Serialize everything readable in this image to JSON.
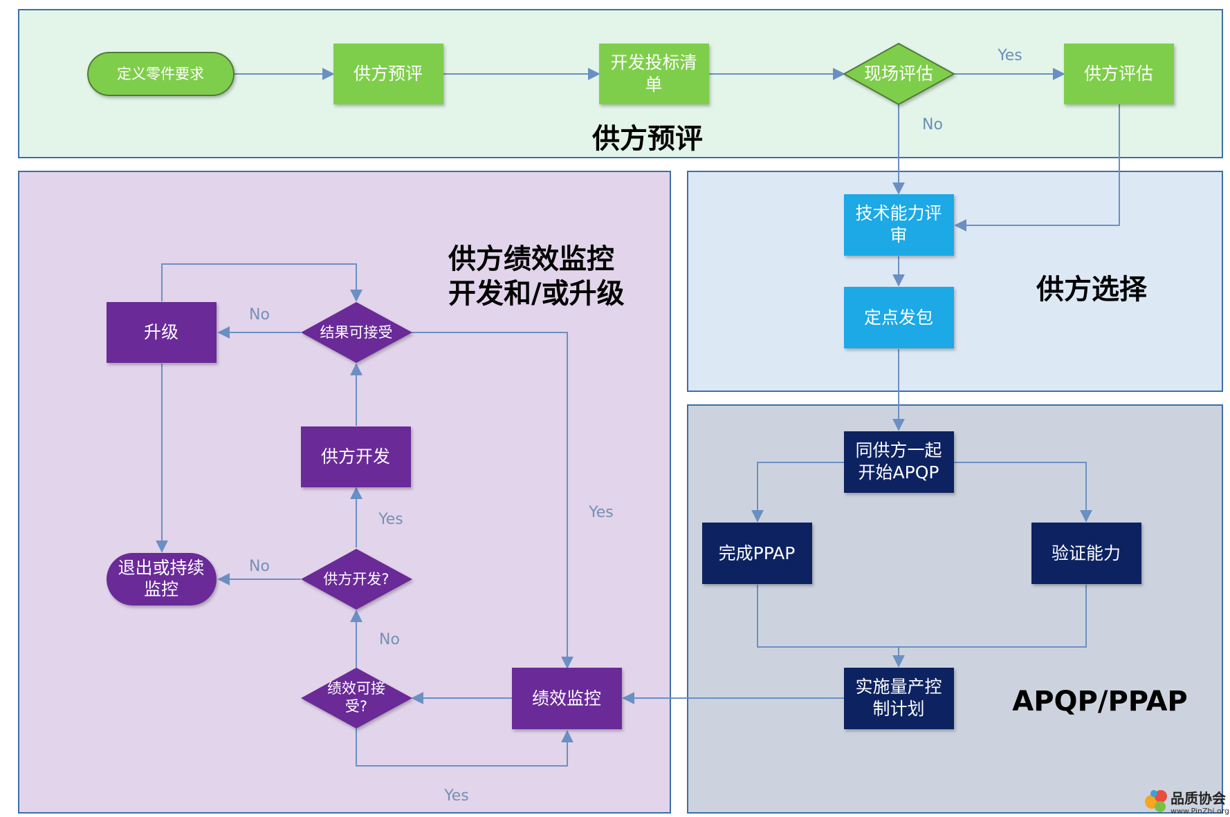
{
  "colors": {
    "prequal_bg": "#e3f4e9",
    "prequal_border": "#3b6ea7",
    "selection_bg": "#dde8f5",
    "apqp_bg": "#cdd3de",
    "monitor_bg": "#e2d4ea",
    "green_node": "#7fce4b",
    "blue_node": "#1fa9e6",
    "navy_node": "#0b2460",
    "purple_node": "#6a2a98",
    "line": "#6a8fc3",
    "label_green": "#6b8fb8"
  },
  "regions": {
    "prequal": "供方预评",
    "selection": "供方选择",
    "apqp": "APQP/PPAP",
    "monitor_line1": "供方绩效监控",
    "monitor_line2": "开发和/或升级"
  },
  "nodes": {
    "define": "定义零件要求",
    "prequal": "供方预评",
    "bidlist_1": "开发投标清",
    "bidlist_2": "单",
    "site_eval": "现场评估",
    "supplier_eval": "供方评估",
    "tech_review_1": "技术能力评",
    "tech_review_2": "审",
    "award": "定点发包",
    "apqp_start_1": "同供方一起",
    "apqp_start_2": "开始APQP",
    "ppap": "完成PPAP",
    "verify": "验证能力",
    "control_plan_1": "实施量产控",
    "control_plan_2": "制计划",
    "perf_monitor": "绩效监控",
    "perf_ok_1": "绩效可接",
    "perf_ok_2": "受?",
    "develop_q": "供方开发?",
    "develop": "供方开发",
    "result_ok": "结果可接受",
    "upgrade": "升级",
    "exit_1": "退出或持续",
    "exit_2": "监控"
  },
  "edge_labels": {
    "yes_site": "Yes",
    "no_site": "No",
    "no_upgrade": "No",
    "yes_develop": "Yes",
    "yes_result": "Yes",
    "no_exit": "No",
    "no_perf": "No",
    "yes_perf": "Yes"
  },
  "watermark": {
    "name": "品质协会",
    "url": "www.PinZhi.org"
  }
}
